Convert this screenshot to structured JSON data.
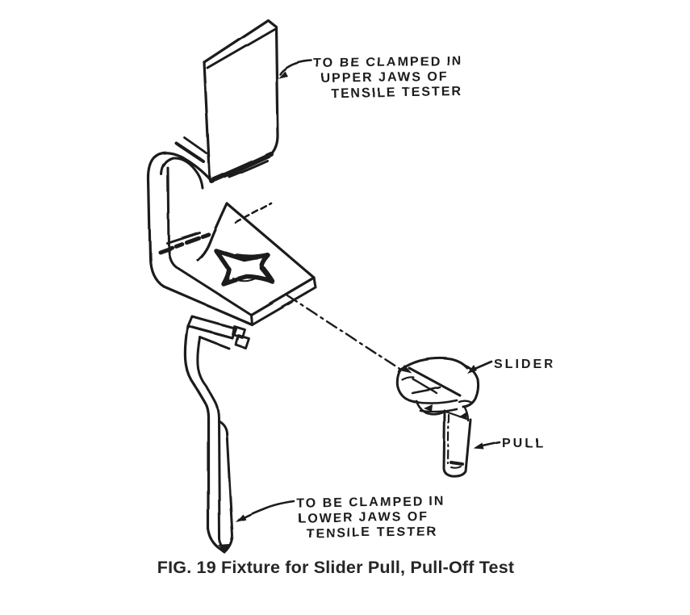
{
  "figure": {
    "caption": "FIG. 19 Fixture for Slider Pull, Pull-Off Test",
    "labels": {
      "upper_clamp": [
        "TO BE CLAMPED IN",
        "UPPER JAWS OF",
        "TENSILE TESTER"
      ],
      "lower_clamp": [
        "TO BE CLAMPED IN",
        "LOWER JAWS OF",
        "TENSILE TESTER"
      ],
      "slider": "SLIDER",
      "pull": "PULL"
    },
    "colors": {
      "ink": "#1a1a1a",
      "paper": "#ffffff",
      "caption_text": "#262626"
    }
  }
}
